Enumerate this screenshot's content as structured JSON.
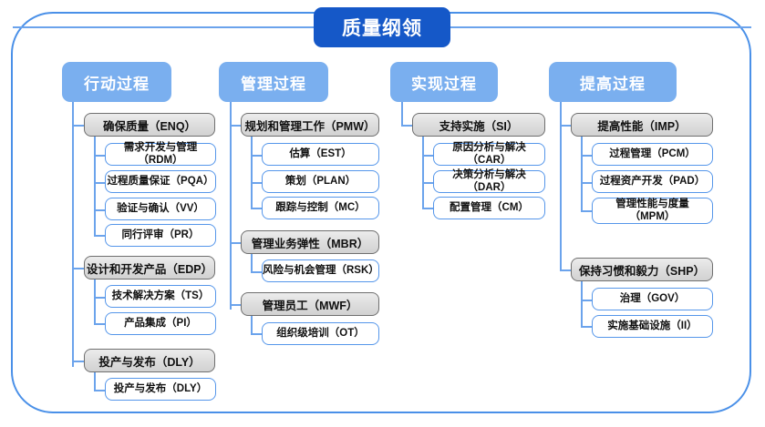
{
  "diagram": {
    "root": {
      "label": "质量纲领"
    },
    "colors": {
      "frame_border": "#4a90e8",
      "root_fill": "#1558c8",
      "column_header_fill": "#7aafef",
      "group_fill": "#dcdcdc",
      "group_border": "#6f6f6f",
      "leaf_border": "#5596ea",
      "connector": "#6ba3ec"
    },
    "columns": [
      {
        "header": "行动过程",
        "groups": [
          {
            "label": "确保质量（ENQ）",
            "children": [
              "需求开发与管理（RDM）",
              "过程质量保证（PQA）",
              "验证与确认（VV）",
              "同行评审（PR）"
            ]
          },
          {
            "label": "设计和开发产品（EDP）",
            "children": [
              "技术解决方案（TS）",
              "产品集成（PI）"
            ]
          },
          {
            "label": "投产与发布（DLY）",
            "children": [
              "投产与发布（DLY）"
            ]
          }
        ]
      },
      {
        "header": "管理过程",
        "groups": [
          {
            "label": "规划和管理工作（PMW）",
            "children": [
              "估算（EST）",
              "策划（PLAN）",
              "跟踪与控制（MC）"
            ]
          },
          {
            "label": "管理业务弹性（MBR）",
            "children": [
              "风险与机会管理（RSK）"
            ]
          },
          {
            "label": "管理员工（MWF）",
            "children": [
              "组织级培训（OT）"
            ]
          }
        ]
      },
      {
        "header": "实现过程",
        "groups": [
          {
            "label": "支持实施（SI）",
            "children": [
              "原因分析与解决（CAR）",
              "决策分析与解决（DAR）",
              "配置管理（CM）"
            ]
          }
        ]
      },
      {
        "header": "提高过程",
        "groups": [
          {
            "label": "提高性能（IMP）",
            "children": [
              "过程管理（PCM）",
              "过程资产开发（PAD）",
              "管理性能与度量\n（MPM）"
            ]
          },
          {
            "label": "保持习惯和毅力（SHP）",
            "children": [
              "治理（GOV）",
              "实施基础设施（II）"
            ]
          }
        ]
      }
    ]
  }
}
